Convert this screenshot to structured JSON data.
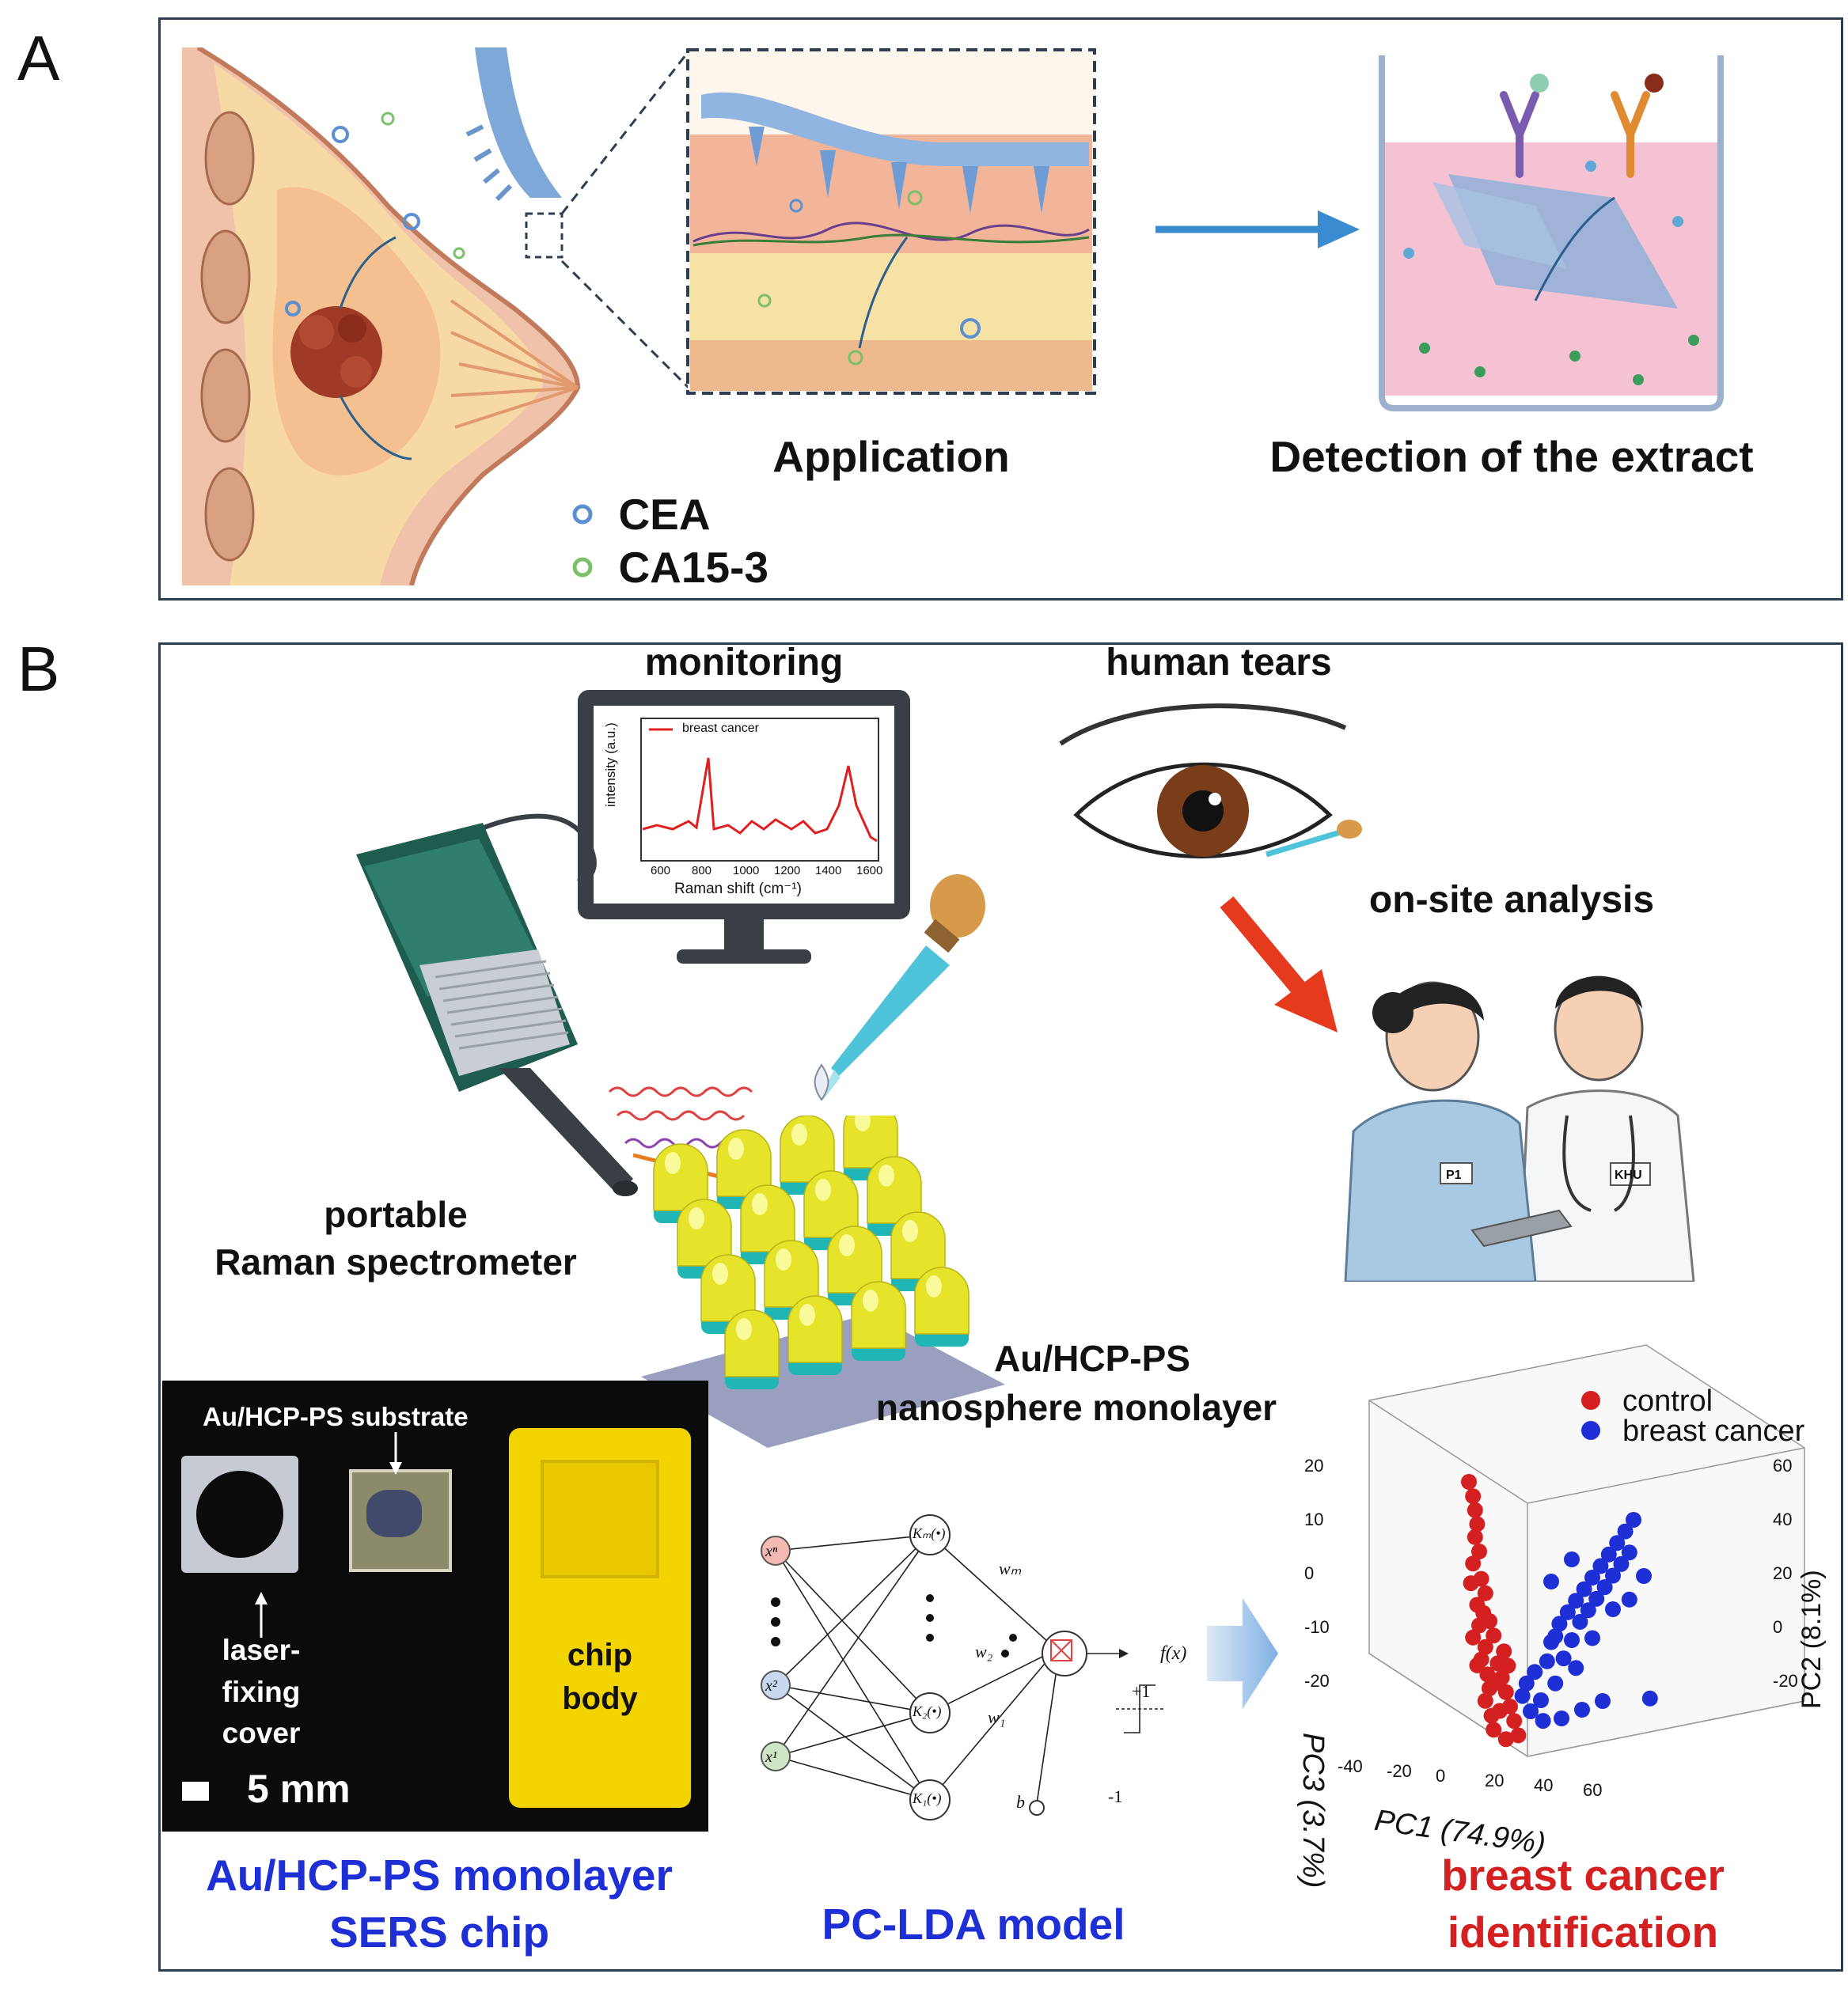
{
  "panelA": {
    "letter": "A",
    "application_label": "Application",
    "detection_label": "Detection of the extract",
    "legend": [
      {
        "name": "CEA",
        "color": "#5b8fd0"
      },
      {
        "name": "CA15-3",
        "color": "#7cbf6a"
      }
    ]
  },
  "panelB": {
    "letter": "B",
    "monitoring_label": "monitoring",
    "human_tears_label": "human tears",
    "onsite_label": "on-site analysis",
    "spectrometer_label_1": "portable",
    "spectrometer_label_2": "Raman spectrometer",
    "nano_label_1": "Au/HCP-PS",
    "nano_label_2": "nanosphere monolayer",
    "monitor_spectrum": {
      "legend": "breast cancer",
      "ylabel": "intensity (a.u.)",
      "xlabel": "Raman shift (cm⁻¹)",
      "ticks": [
        "600",
        "800",
        "1000",
        "1200",
        "1400",
        "1600"
      ]
    },
    "nurse_badge": "P1",
    "doctor_badge": "KHU",
    "photo": {
      "substrate_label": "Au/HCP-PS substrate",
      "cover_label_1": "laser-",
      "cover_label_2": "fixing",
      "cover_label_3": "cover",
      "chip_label_1": "chip",
      "chip_label_2": "body",
      "scale_label": "5 mm"
    },
    "chip_caption_1": "Au/HCP-PS monolayer",
    "chip_caption_2": "SERS chip",
    "model_caption": "PC-LDA model",
    "network": {
      "inputs": [
        "xⁿ",
        "x²",
        "x¹"
      ],
      "kernels": [
        "Kₘ(•)",
        "K₂(•)",
        "K₁(•)"
      ],
      "weights": [
        "wₘ",
        "w₂",
        "w₁"
      ],
      "bias": "b",
      "output": "f(x)",
      "plus": "+1",
      "minus": "-1"
    },
    "id_caption_1": "breast cancer",
    "id_caption_2": "identification",
    "accent_blue": "#1f2fd6",
    "accent_red": "#d42020"
  },
  "chart_data": {
    "type": "scatter",
    "xlabel": "PC1 (74.9%)",
    "ylabel": "PC3 (3.7%)",
    "zlabel": "PC2 (8.1%)",
    "x_ticks": [
      "-40",
      "-20",
      "0",
      "20",
      "40",
      "60"
    ],
    "y_ticks": [
      "20",
      "10",
      "0",
      "-10",
      "-20"
    ],
    "z_ticks": [
      "60",
      "40",
      "20",
      "0",
      "-20"
    ],
    "series": [
      {
        "name": "control",
        "color": "#d42020",
        "points": [
          [
            -30,
            18
          ],
          [
            -28,
            16
          ],
          [
            -27,
            14
          ],
          [
            -26,
            12
          ],
          [
            -27,
            10
          ],
          [
            -25,
            8
          ],
          [
            -28,
            6
          ],
          [
            -24,
            4
          ],
          [
            -22,
            2
          ],
          [
            -26,
            0
          ],
          [
            -20,
            -2
          ],
          [
            -18,
            -4
          ],
          [
            -22,
            -6
          ],
          [
            -16,
            -8
          ],
          [
            -14,
            -10
          ],
          [
            -25,
            -3
          ],
          [
            -12,
            -12
          ],
          [
            -10,
            -14
          ],
          [
            -24,
            -8
          ],
          [
            -8,
            -16
          ],
          [
            -20,
            -12
          ],
          [
            -15,
            -15
          ],
          [
            -6,
            -18
          ],
          [
            -18,
            -18
          ],
          [
            -12,
            -19
          ],
          [
            -28,
            -5
          ],
          [
            -26,
            -9
          ],
          [
            -22,
            -14
          ],
          [
            -17,
            -11
          ],
          [
            -13,
            -6
          ],
          [
            -23,
            -1
          ],
          [
            -21,
            -10
          ],
          [
            -11,
            -8
          ],
          [
            -19,
            -16
          ],
          [
            -29,
            3
          ]
        ]
      },
      {
        "name": "breast cancer",
        "color": "#1f2fd6",
        "points": [
          [
            -2,
            -10
          ],
          [
            2,
            -8
          ],
          [
            5,
            -12
          ],
          [
            8,
            -6
          ],
          [
            10,
            -3
          ],
          [
            12,
            -9
          ],
          [
            14,
            0
          ],
          [
            16,
            -5
          ],
          [
            18,
            2
          ],
          [
            20,
            -2
          ],
          [
            22,
            4
          ],
          [
            24,
            1
          ],
          [
            26,
            6
          ],
          [
            28,
            3
          ],
          [
            30,
            8
          ],
          [
            32,
            5
          ],
          [
            34,
            10
          ],
          [
            36,
            7
          ],
          [
            38,
            12
          ],
          [
            40,
            9
          ],
          [
            42,
            14
          ],
          [
            44,
            11
          ],
          [
            46,
            16
          ],
          [
            48,
            13
          ],
          [
            50,
            18
          ],
          [
            6,
            -15
          ],
          [
            0,
            -14
          ],
          [
            -4,
            -12
          ],
          [
            15,
            -14
          ],
          [
            25,
            -12
          ],
          [
            35,
            -10
          ],
          [
            12,
            -2
          ],
          [
            22,
            -6
          ],
          [
            30,
            -1
          ],
          [
            40,
            4
          ],
          [
            48,
            6
          ],
          [
            55,
            10
          ],
          [
            58,
            -8
          ],
          [
            20,
            10
          ],
          [
            10,
            6
          ]
        ]
      }
    ]
  }
}
